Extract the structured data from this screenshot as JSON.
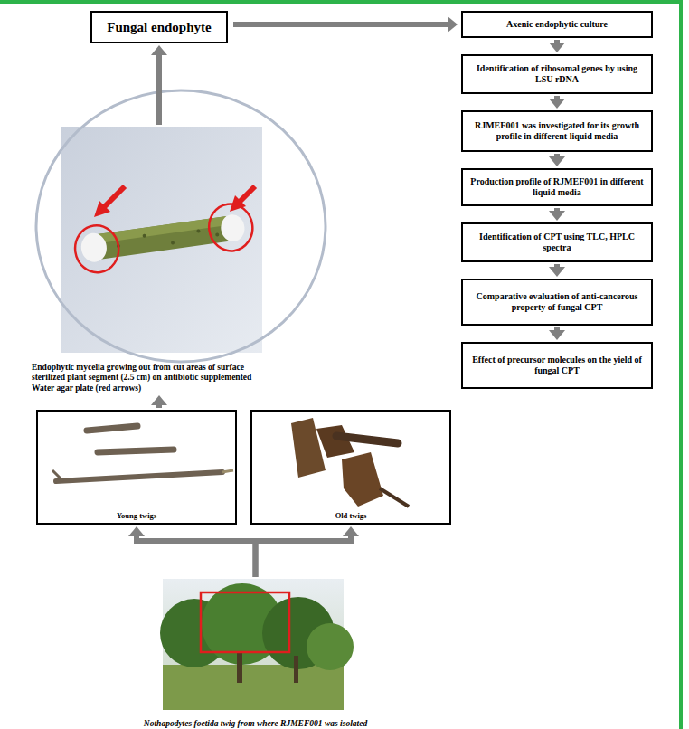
{
  "diagram": {
    "nodes": [
      {
        "text": [
          "Fungal endophyte"
        ]
      },
      {
        "text": [
          "Axenic endophytic culture"
        ]
      },
      {
        "text": [
          "Identification of ribosomal genes by using LSU rDNA"
        ]
      },
      {
        "text": [
          "RJMEF001 was investigated for its growth profile in different liquid media"
        ]
      },
      {
        "text": [
          "Production profile of RJMEF001 in different liquid media"
        ]
      },
      {
        "text": [
          "Identification of CPT using TLC, HPLC spectra"
        ]
      },
      {
        "text": [
          "Comparative evaluation of anti-cancerous property of fungal CPT"
        ]
      },
      {
        "text": [
          "Effect of precursor molecules on the yield of fungal CPT"
        ]
      },
      {
        "text": [
          "Endophytic mycelia growing out from cut areas of surface sterilized plant segment (2.5 cm) on antibiotic supplemented Water agar plate (red arrows)"
        ]
      },
      {
        "text": [
          "Young twigs"
        ]
      },
      {
        "text": [
          "Old twigs"
        ]
      },
      {
        "text": [
          "Nothapodytes foetida twig from where RJMEF001 was isolated"
        ]
      }
    ],
    "edges": [
      {
        "from": 0,
        "to": 1,
        "arrow": "to"
      },
      {
        "from": 1,
        "to": 2,
        "arrow": "to"
      },
      {
        "from": 2,
        "to": 3,
        "arrow": "to"
      },
      {
        "from": 3,
        "to": 4,
        "arrow": "to"
      },
      {
        "from": 4,
        "to": 5,
        "arrow": "to"
      },
      {
        "from": 5,
        "to": 6,
        "arrow": "to"
      },
      {
        "from": 6,
        "to": 7,
        "arrow": "to"
      },
      {
        "from": 8,
        "to": 0,
        "arrow": "to"
      },
      {
        "from": 9,
        "to": 8,
        "arrow": "to"
      },
      {
        "from": 11,
        "to": 9,
        "arrow": "to"
      },
      {
        "from": 11,
        "to": 10,
        "arrow": "to"
      }
    ]
  }
}
